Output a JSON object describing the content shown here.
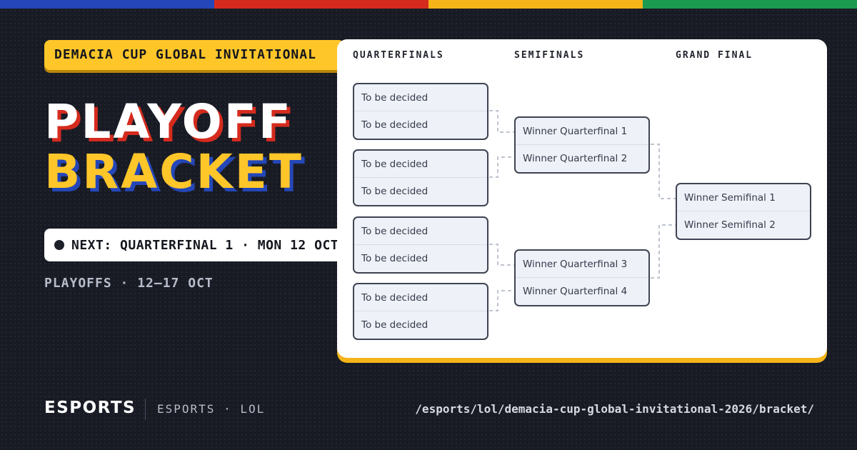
{
  "colors": {
    "stripe": [
      "#2446b8",
      "#d52b1e",
      "#f4b41a",
      "#1a9b4f"
    ],
    "accent_yellow": "#ffc62a",
    "background": "#181b24"
  },
  "hero": {
    "event_tag": "DEMACIA CUP GLOBAL INVITATIONAL",
    "headline_line1": "PLAYOFF",
    "headline_line2": "BRACKET",
    "next_match": "NEXT: QUARTERFINAL 1 · MON 12 OCT",
    "dates": "PLAYOFFS · 12–17 OCT"
  },
  "bracket": {
    "rounds": [
      {
        "title": "QUARTERFINALS",
        "matches": [
          {
            "top": "To be decided",
            "bottom": "To be decided"
          },
          {
            "top": "To be decided",
            "bottom": "To be decided"
          },
          {
            "top": "To be decided",
            "bottom": "To be decided"
          },
          {
            "top": "To be decided",
            "bottom": "To be decided"
          }
        ]
      },
      {
        "title": "SEMIFINALS",
        "matches": [
          {
            "top": "Winner Quarterfinal 1",
            "bottom": "Winner Quarterfinal 2"
          },
          {
            "top": "Winner Quarterfinal 3",
            "bottom": "Winner Quarterfinal 4"
          }
        ]
      },
      {
        "title": "GRAND FINAL",
        "matches": [
          {
            "top": "Winner Semifinal 1",
            "bottom": "Winner Semifinal 2"
          }
        ]
      }
    ]
  },
  "footer": {
    "brand": "ESPORTS",
    "subtitle": "ESPORTS · LOL",
    "url": "/esports/lol/demacia-cup-global-invitational-2026/bracket/"
  }
}
